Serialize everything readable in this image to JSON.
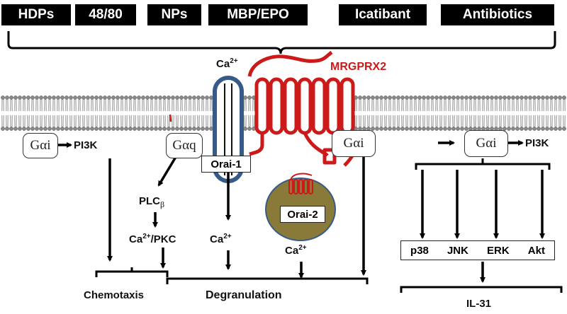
{
  "ligands": [
    "HDPs",
    "48/80",
    "NPs",
    "MBP/EPO",
    "Icatibant",
    "Antibiotics"
  ],
  "receptor": "MRGPRX2",
  "channels": {
    "orai1": "Orai-1",
    "orai2": "Orai-2"
  },
  "g_proteins": {
    "gai": "Gαi",
    "gaq": "Gαq"
  },
  "ca_top": {
    "base": "Ca",
    "sup": "2+"
  },
  "ca": {
    "base": "Ca",
    "sup": "2+"
  },
  "pi3k": "PI3K",
  "plc": {
    "base": "PLC",
    "sub": "β"
  },
  "ca_pkc": {
    "base": "Ca",
    "sup": "2+",
    "tail": "/PKC"
  },
  "kinases": [
    "p38",
    "JNK",
    "ERK",
    "Akt"
  ],
  "outcomes": {
    "chemotaxis": "Chemotaxis",
    "degranulation": "Degranulation",
    "il31": "IL-31"
  },
  "colors": {
    "receptor": "#cc1a1a",
    "orai1_outline": "#355b86",
    "orai2_fill": "#8a7a3a",
    "membrane": "#888888"
  }
}
